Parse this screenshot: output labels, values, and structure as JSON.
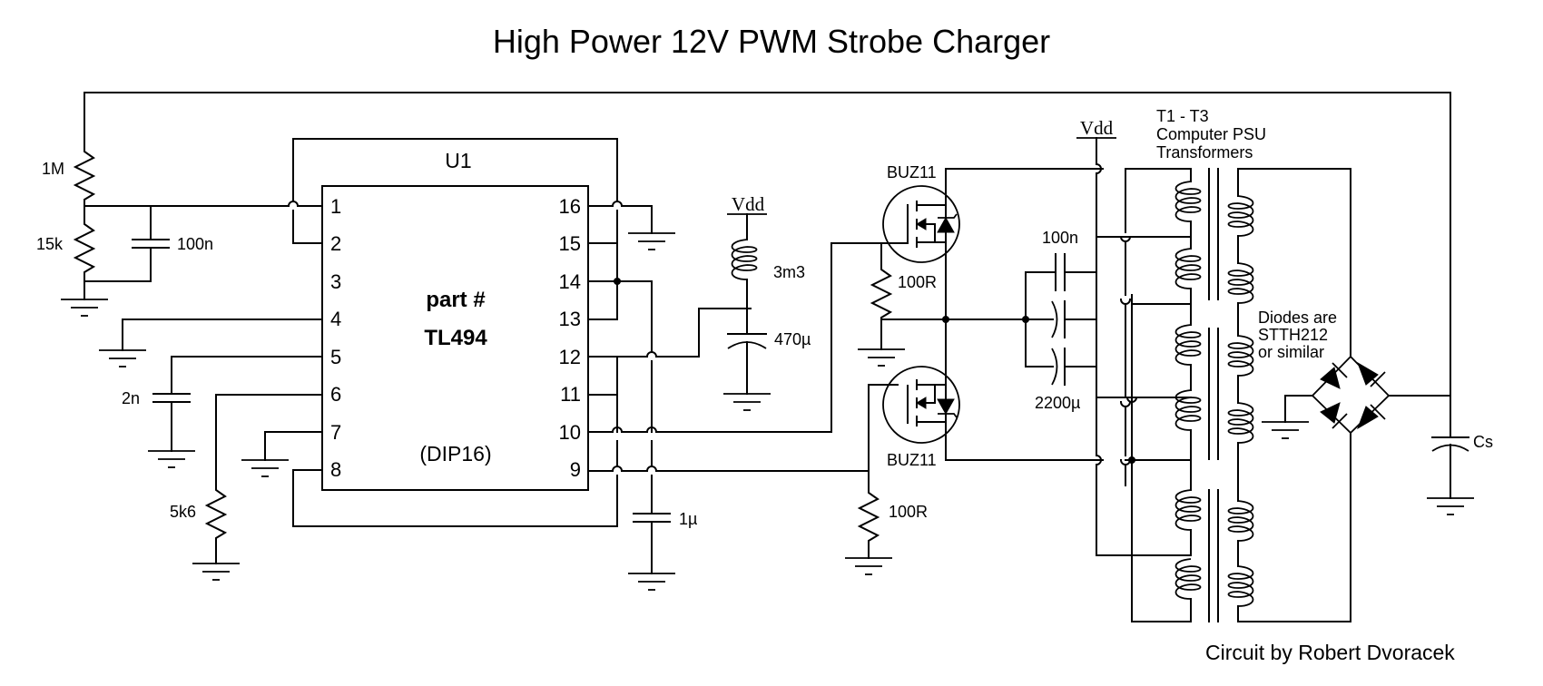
{
  "title": "High Power 12V PWM Strobe Charger",
  "credit": "Circuit by Robert Dvoracek",
  "ic": {
    "ref": "U1",
    "part_label": "part #",
    "part_number": "TL494",
    "package": "(DIP16)",
    "pins_left": [
      "1",
      "2",
      "3",
      "4",
      "5",
      "6",
      "7",
      "8"
    ],
    "pins_right": [
      "16",
      "15",
      "14",
      "13",
      "12",
      "11",
      "10",
      "9"
    ]
  },
  "components": {
    "r_1m": "1M",
    "r_15k": "15k",
    "c_100n_left": "100n",
    "c_2n": "2n",
    "r_5k6": "5k6",
    "l_3m3": "3m3",
    "c_470u": "470µ",
    "c_1u": "1µ",
    "q_top": "BUZ11",
    "q_bottom": "BUZ11",
    "r_gate_top": "100R",
    "r_gate_bottom": "100R",
    "c_100n_bank": "100n",
    "c_2200u": "2200µ",
    "cs": "Cs"
  },
  "supply": {
    "vdd_1": "Vdd",
    "vdd_2": "Vdd"
  },
  "transformers": {
    "line1": "T1 - T3",
    "line2": "Computer PSU",
    "line3": "Transformers"
  },
  "diodes_note": {
    "line1": "Diodes are",
    "line2": "STTH212",
    "line3": "or similar"
  }
}
